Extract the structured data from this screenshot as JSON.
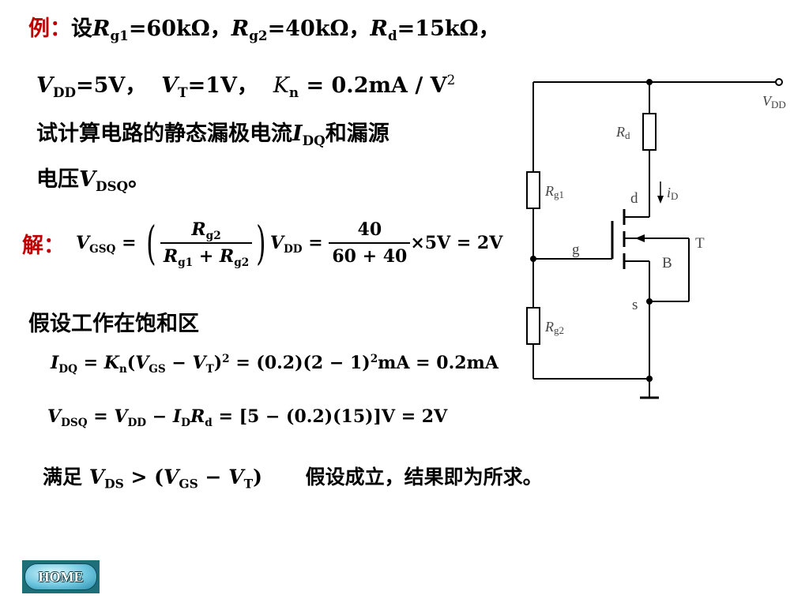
{
  "example_label": "例：",
  "line1": {
    "she": "设",
    "R": "R",
    "g1": "g1",
    "v1": "=60kΩ，",
    "g2": "g2",
    "v2": "=40kΩ，",
    "d": "d",
    "v3": "=15kΩ，"
  },
  "line2": {
    "V": "V",
    "DD": "DD",
    "v1": "=5V，",
    "T": "T",
    "v2": "=1V，",
    "K": "K",
    "n": "n",
    "v3": " = 0.2mA / V",
    "exp": "2"
  },
  "line3": {
    "text": "试计算电路的静态漏极电流",
    "I": "I",
    "DQ": "DQ",
    "text2": "和漏源"
  },
  "line4": {
    "text": "电压",
    "V": "V",
    "DSQ": "DSQ",
    "end": "。"
  },
  "solution_label": "解：",
  "eq1": {
    "lhs": "V",
    "lhs_sub": "GSQ",
    "eq": " = ",
    "num": "R",
    "num_sub": "g2",
    "den1": "R",
    "den1_sub": "g1",
    "plus": " + ",
    "den2": "R",
    "den2_sub": "g2",
    "vdd": "V",
    "vdd_sub": "DD",
    "eq2": " = ",
    "num2": "40",
    "den2b": "60 + 40",
    "tail": "×5V = 2V"
  },
  "assume": "假设工作在饱和区",
  "eq2": {
    "I": "I",
    "DQ": "DQ",
    "eq": " = ",
    "K": "K",
    "n": "n",
    "open": "(",
    "V1": "V",
    "GS": "GS",
    "minus": " − ",
    "V2": "V",
    "T": "T",
    "close": ")",
    "sq": "2",
    "rest": " = (0.2)(2 − 1)",
    "sq2": "2",
    "tail": "mA = 0.2mA"
  },
  "eq3": {
    "V": "V",
    "DSQ": "DSQ",
    "eq": " = ",
    "V2": "V",
    "DD": "DD",
    "minus": " − ",
    "I": "I",
    "D": "D",
    "R": "R",
    "d": "d",
    "tail": " = [5 − (0.2)(15)]V = 2V"
  },
  "conclusion": {
    "text": "满足 ",
    "V": "V",
    "DS": "DS",
    "gt": " > (",
    "V2": "V",
    "GS": "GS",
    "minus": " − ",
    "V3": "V",
    "T": "T",
    "close": ")",
    "result": "假设成立，结果即为所求。"
  },
  "circuit": {
    "vdd_label": "V",
    "vdd_sub": "DD",
    "rd_label": "R",
    "rd_sub": "d",
    "rg1_label": "R",
    "rg1_sub": "g1",
    "rg2_label": "R",
    "rg2_sub": "g2",
    "id_label": "i",
    "id_sub": "D",
    "d": "d",
    "g": "g",
    "s": "s",
    "T": "T",
    "B": "B"
  },
  "home_button": "HOME"
}
